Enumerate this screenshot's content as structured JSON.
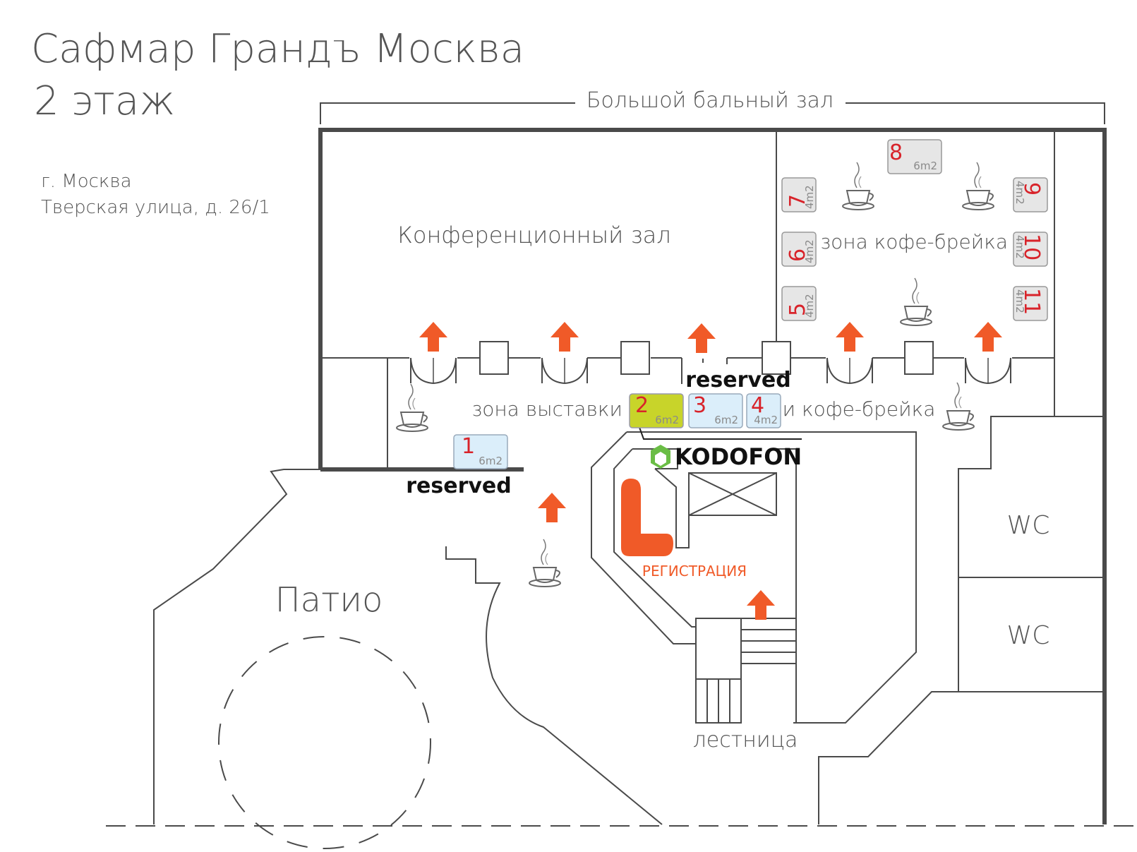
{
  "header": {
    "title": "Сафмар Грандъ Москва",
    "floor": "2 этаж",
    "city": "г. Москва",
    "address": "Тверская улица, д. 26/1"
  },
  "areas": {
    "ballroom": "Большой бальный зал",
    "conference_hall": "Конференционный зал",
    "coffee_zone": "зона кофе-брейка",
    "exhibition_zone": "зона выставки",
    "exhibition_zone_2": "и кофе-брейка",
    "patio": "Патио",
    "wc_1": "WC",
    "wc_2": "WC",
    "stairs": "лестница",
    "registration": "РЕГИСТРАЦИЯ"
  },
  "labels": {
    "reserved_top": "reserved",
    "reserved_bottom": "reserved",
    "sponsor_logo": "KODOFON"
  },
  "booths": [
    {
      "number": "1",
      "size": "6m2",
      "status": "reserved"
    },
    {
      "number": "2",
      "size": "6m2",
      "status": "occupied"
    },
    {
      "number": "3",
      "size": "6m2",
      "status": "reserved"
    },
    {
      "number": "4",
      "size": "4m2",
      "status": "reserved"
    },
    {
      "number": "5",
      "size": "4m2",
      "status": "free"
    },
    {
      "number": "6",
      "size": "4m2",
      "status": "free"
    },
    {
      "number": "7",
      "size": "4m2",
      "status": "free"
    },
    {
      "number": "8",
      "size": "6m2",
      "status": "free"
    },
    {
      "number": "9",
      "size": "4m2",
      "status": "free"
    },
    {
      "number": "10",
      "size": "4m2",
      "status": "free"
    },
    {
      "number": "11",
      "size": "4m2",
      "status": "free"
    }
  ],
  "colors": {
    "accent_orange": "#f05a28",
    "booth_number_red": "#d8232a",
    "booth_free": "#e6e6e6",
    "booth_reserved": "#dbeefa",
    "booth_occupied": "#c8d42a",
    "sponsor_green": "#6abd45"
  },
  "icons": [
    "coffee-cup-icon",
    "entrance-arrow-icon",
    "sponsor-logo-icon"
  ]
}
